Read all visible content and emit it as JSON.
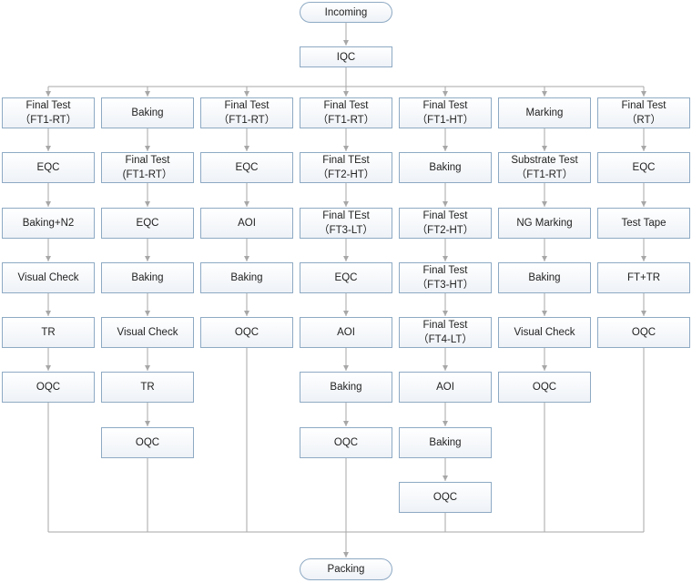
{
  "start": "Incoming",
  "end": "Packing",
  "root": "IQC",
  "columns": [
    [
      "Final Test\n（FT1-RT）",
      "EQC",
      "Baking+N2",
      "Visual Check",
      "TR",
      "OQC"
    ],
    [
      "Baking",
      "Final Test\n(FT1-RT）",
      "EQC",
      "Baking",
      "Visual Check",
      "TR",
      "OQC"
    ],
    [
      "Final Test\n（FT1-RT）",
      "EQC",
      "AOI",
      "Baking",
      "OQC"
    ],
    [
      "Final Test\n（FT1-RT）",
      "Final TEst\n（FT2-HT）",
      "Final TEst\n（FT3-LT）",
      "EQC",
      "AOI",
      "Baking",
      "OQC"
    ],
    [
      "Final Test\n（FT1-HT）",
      "Baking",
      "Final Test\n（FT2-HT）",
      "Final Test\n（FT3-HT）",
      "Final Test\n（FT4-LT）",
      "AOI",
      "Baking",
      "OQC"
    ],
    [
      "Marking",
      "Substrate Test\n（FT1-RT）",
      "NG Marking",
      "Baking",
      "Visual Check",
      "OQC"
    ],
    [
      "Final Test\n（RT）",
      "EQC",
      "Test Tape",
      "FT+TR",
      "OQC"
    ]
  ],
  "colors": {
    "border": "#8eaac4",
    "line": "#a7a7a7"
  }
}
